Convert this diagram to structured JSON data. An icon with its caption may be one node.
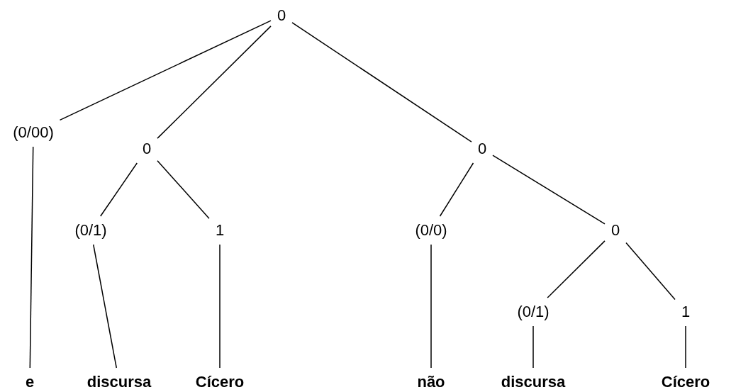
{
  "diagram": {
    "nodes": [
      {
        "text": [
          "0"
        ]
      },
      {
        "text": [
          "(0/00)"
        ]
      },
      {
        "text": [
          "0"
        ]
      },
      {
        "text": [
          "0"
        ]
      },
      {
        "text": [
          "(0/1)"
        ]
      },
      {
        "text": [
          "1"
        ]
      },
      {
        "text": [
          "(0/0)"
        ]
      },
      {
        "text": [
          "0"
        ]
      },
      {
        "text": [
          "(0/1)"
        ]
      },
      {
        "text": [
          "1"
        ]
      },
      {
        "text": [
          "e"
        ]
      },
      {
        "text": [
          "discursa"
        ]
      },
      {
        "text": [
          "Cícero"
        ]
      },
      {
        "text": [
          "não"
        ]
      },
      {
        "text": [
          "discursa"
        ]
      },
      {
        "text": [
          "Cícero"
        ]
      }
    ],
    "edges": [
      {
        "from": 0,
        "to": 1,
        "arrow": "none"
      },
      {
        "from": 0,
        "to": 2,
        "arrow": "none"
      },
      {
        "from": 0,
        "to": 3,
        "arrow": "none"
      },
      {
        "from": 2,
        "to": 4,
        "arrow": "none"
      },
      {
        "from": 2,
        "to": 5,
        "arrow": "none"
      },
      {
        "from": 3,
        "to": 6,
        "arrow": "none"
      },
      {
        "from": 3,
        "to": 7,
        "arrow": "none"
      },
      {
        "from": 7,
        "to": 8,
        "arrow": "none"
      },
      {
        "from": 7,
        "to": 9,
        "arrow": "none"
      },
      {
        "from": 1,
        "to": 10,
        "arrow": "none"
      },
      {
        "from": 4,
        "to": 11,
        "arrow": "none"
      },
      {
        "from": 5,
        "to": 12,
        "arrow": "none"
      },
      {
        "from": 6,
        "to": 13,
        "arrow": "none"
      },
      {
        "from": 8,
        "to": 14,
        "arrow": "none"
      },
      {
        "from": 9,
        "to": 15,
        "arrow": "none"
      }
    ]
  }
}
